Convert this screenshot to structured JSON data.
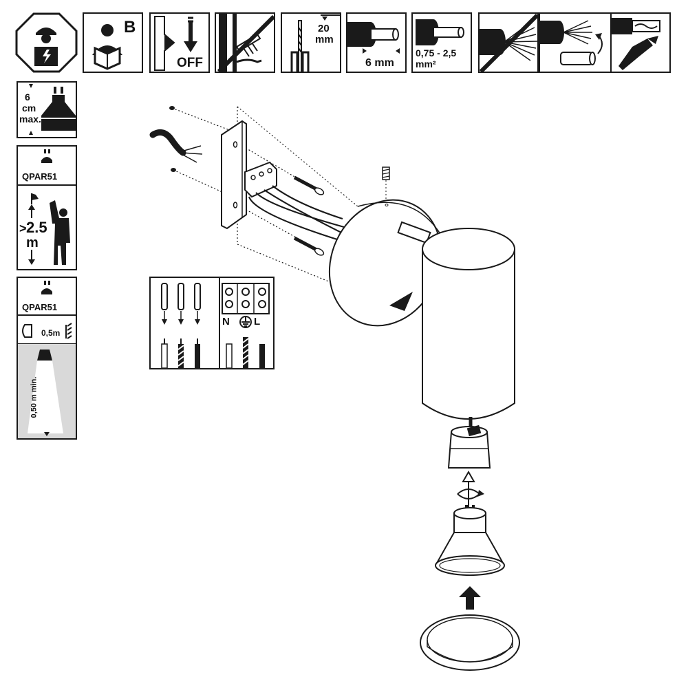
{
  "top_icons": {
    "manual_letter": "B",
    "switch_off": "OFF",
    "strip_length_top_value": "20",
    "strip_length_top_unit": "mm",
    "strip_length": "6 mm",
    "wire_section": "0,75 - 2,5",
    "wire_section_unit": "mm²"
  },
  "side_panels": {
    "height_value": "6",
    "height_unit": "cm",
    "height_suffix": "max.",
    "lamp_type_1": "QPAR51",
    "mount_height_prefix": ">",
    "mount_height_value": "2.5",
    "mount_height_unit": "m",
    "lamp_type_2": "QPAR51",
    "object_distance": "0,5m",
    "min_distance": "0,50 m min."
  },
  "wiring": {
    "neutral_label": "N",
    "live_label": "L"
  },
  "colors": {
    "ink": "#1a1a1a",
    "panel_grey": "#d9d9d9"
  }
}
